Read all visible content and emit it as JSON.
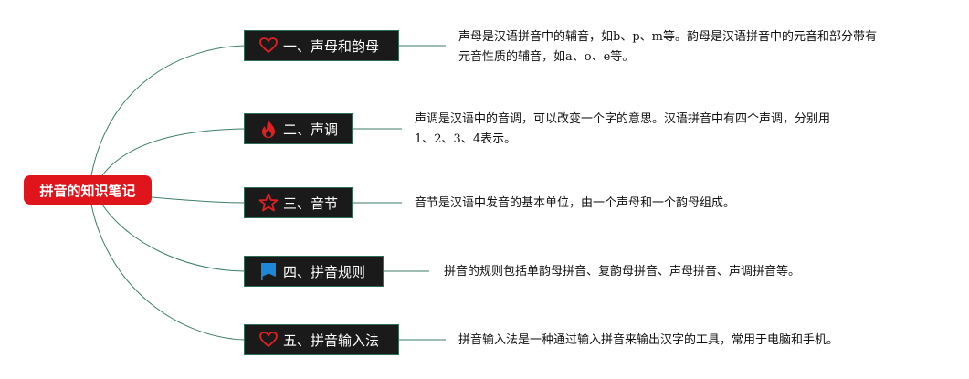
{
  "root": {
    "label": "拼音的知识笔记"
  },
  "colors": {
    "root": "#e0151b",
    "node_bg": "#1a1a1a",
    "line": "#3e7e66",
    "heart": "#e02020",
    "fire": "#e02020",
    "star": "#e02020",
    "flag": "#1e88d8"
  },
  "branches": [
    {
      "label": "一、声母和韵母",
      "icon": "heart-icon",
      "desc": [
        "声母是汉语拼音中的辅音，如b、p、m等。韵母是汉语拼音中的元音和部分带有",
        "元音性质的辅音，如a、o、e等。"
      ]
    },
    {
      "label": "二、声调",
      "icon": "fire-icon",
      "desc": [
        "声调是汉语中的音调，可以改变一个字的意思。汉语拼音中有四个声调，分别用",
        "1、2、3、4表示。"
      ]
    },
    {
      "label": "三、音节",
      "icon": "star-icon",
      "desc": [
        "音节是汉语中发音的基本单位，由一个声母和一个韵母组成。"
      ]
    },
    {
      "label": "四、拼音规则",
      "icon": "flag-icon",
      "desc": [
        "拼音的规则包括单韵母拼音、复韵母拼音、声母拼音、声调拼音等。"
      ]
    },
    {
      "label": "五、拼音输入法",
      "icon": "heart-icon",
      "desc": [
        "拼音输入法是一种通过输入拼音来输出汉字的工具，常用于电脑和手机。"
      ]
    }
  ]
}
